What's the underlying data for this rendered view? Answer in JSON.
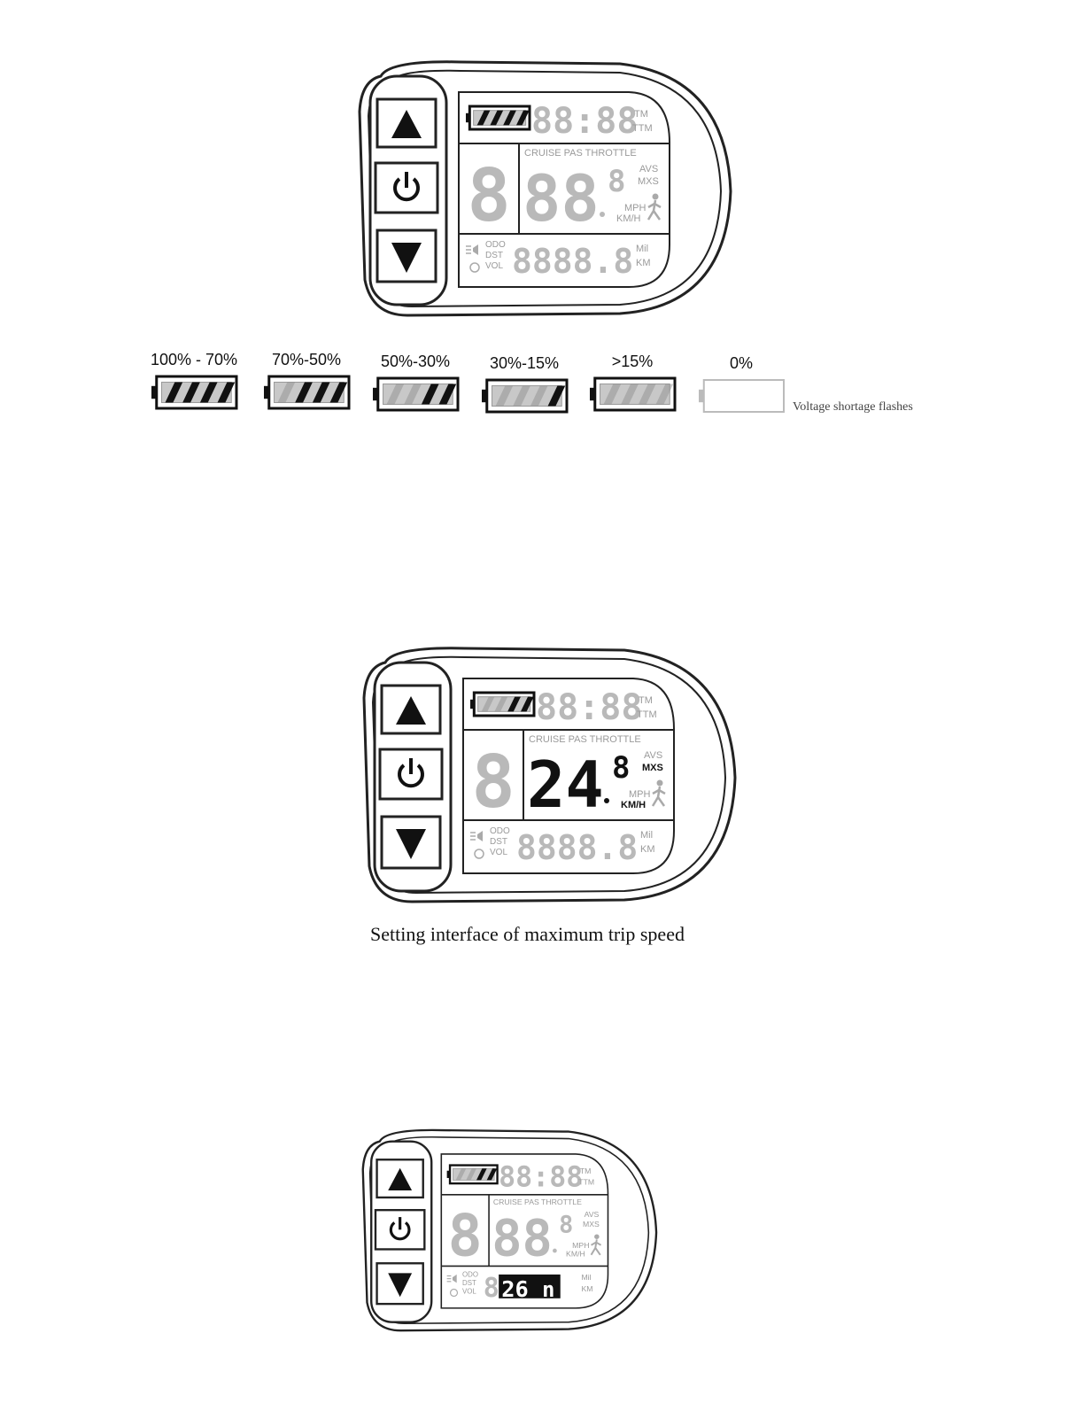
{
  "display": {
    "clock_digits": "88:88",
    "clock_units": [
      "TM",
      "TTM"
    ],
    "mode_labels": [
      "CRUISE",
      "PAS",
      "THROTTLE"
    ],
    "assist_digit": "8",
    "speed_digits": "88",
    "speed_decimal": "8",
    "speed_modes": [
      "AVS",
      "MXS"
    ],
    "speed_units": [
      "MPH",
      "KM/H"
    ],
    "trip_labels": [
      "ODO",
      "DST",
      "VOL"
    ],
    "trip_digits": "8888.8",
    "trip_units": [
      "Mil",
      "KM"
    ]
  },
  "maxspeed_display": {
    "speed_digits": "24",
    "speed_decimal": "8",
    "active_mode": "MXS",
    "active_unit": "KM/H"
  },
  "wheel_display": {
    "trip_value": "26",
    "trip_suffix": "n"
  },
  "battery_legend": [
    {
      "label": "100% - 70%",
      "level": 1.0
    },
    {
      "label": "70%-50%",
      "level": 0.75
    },
    {
      "label": "50%-30%",
      "level": 0.5
    },
    {
      "label": "30%-15%",
      "level": 0.25
    },
    {
      "label": ">15%",
      "level": 0.0
    },
    {
      "label": "0%",
      "level": 0.0,
      "empty": true
    }
  ],
  "battery_note": "Voltage shortage flashes",
  "captions": {
    "maxspeed": "Setting interface of maximum trip speed"
  },
  "colors": {
    "segment_on": "#111111",
    "segment_off": "#b9b9b9"
  }
}
